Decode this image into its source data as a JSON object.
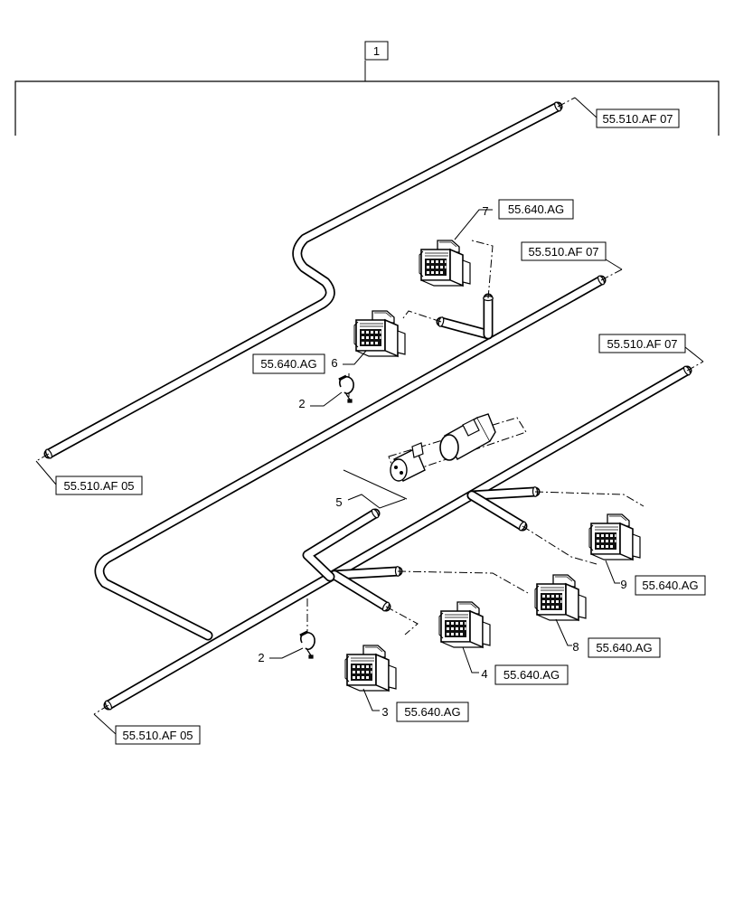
{
  "assembly": {
    "item": "1"
  },
  "refs": {
    "top_right": "55.510.AF 07",
    "mid_right": "55.510.AF 07",
    "lower_right": "55.510.AF 07",
    "upper_left": "55.510.AF 05",
    "bottom_left": "55.510.AF 05"
  },
  "callouts": [
    {
      "id": "2a",
      "number": "2",
      "part": "clip"
    },
    {
      "id": "2b",
      "number": "2",
      "part": "clip"
    },
    {
      "id": "3",
      "number": "3",
      "ref": "55.640.AG",
      "part": "connector"
    },
    {
      "id": "4",
      "number": "4",
      "ref": "55.640.AG",
      "part": "connector"
    },
    {
      "id": "5",
      "number": "5",
      "part": "connector-kit"
    },
    {
      "id": "6",
      "number": "6",
      "ref": "55.640.AG",
      "part": "connector"
    },
    {
      "id": "7",
      "number": "7",
      "ref": "55.640.AG",
      "part": "connector"
    },
    {
      "id": "8",
      "number": "8",
      "ref": "55.640.AG",
      "part": "connector"
    },
    {
      "id": "9",
      "number": "9",
      "ref": "55.640.AG",
      "part": "connector"
    }
  ]
}
